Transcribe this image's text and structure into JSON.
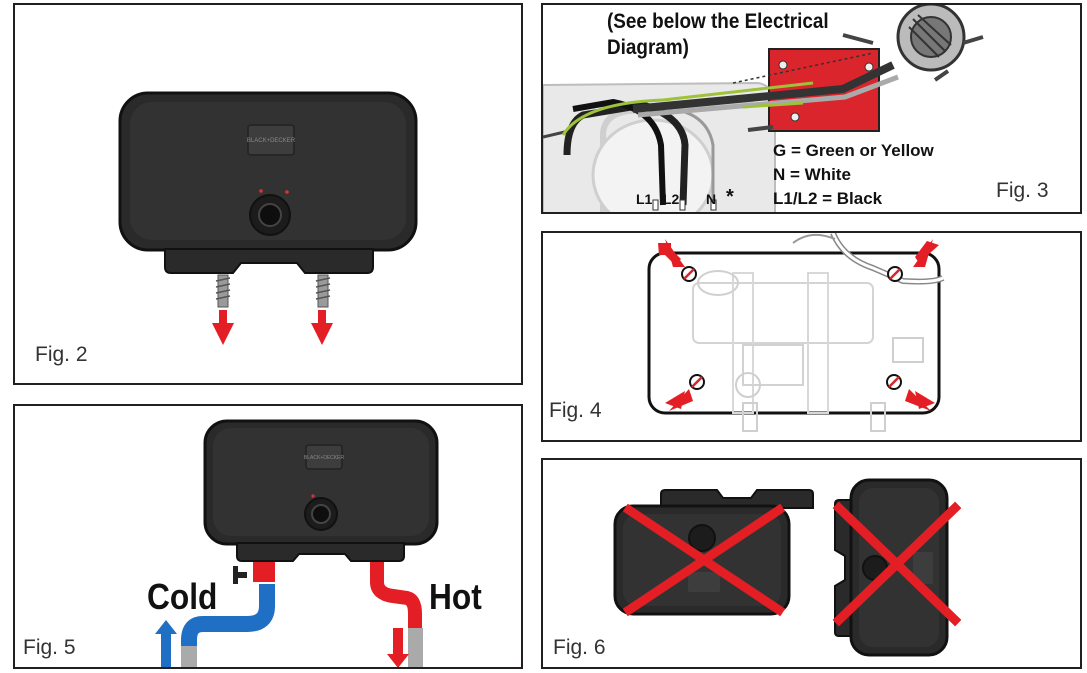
{
  "fig2": {
    "label": "Fig. 2"
  },
  "fig3": {
    "label": "Fig. 3",
    "note_line1": "(See below the Electrical",
    "note_line2": "Diagram)",
    "legend_g": "G = Green or Yellow",
    "legend_n": "N = White",
    "legend_l": "L1/L2 = Black",
    "wire_l1": "L1",
    "wire_l2": "L2",
    "wire_n": "N",
    "asterisk": "*"
  },
  "fig4": {
    "label": "Fig. 4"
  },
  "fig5": {
    "label": "Fig. 5",
    "cold_label": "Cold",
    "hot_label": "Hot"
  },
  "fig6": {
    "label": "Fig. 6"
  },
  "brand_badge": "BLACK+DECKER",
  "colors": {
    "heater_body": "#2b2a2a",
    "arrow_red": "#e31e24",
    "cold_blue": "#1f6fc4",
    "hot_red": "#e31e24",
    "panel_border": "#231f20"
  }
}
